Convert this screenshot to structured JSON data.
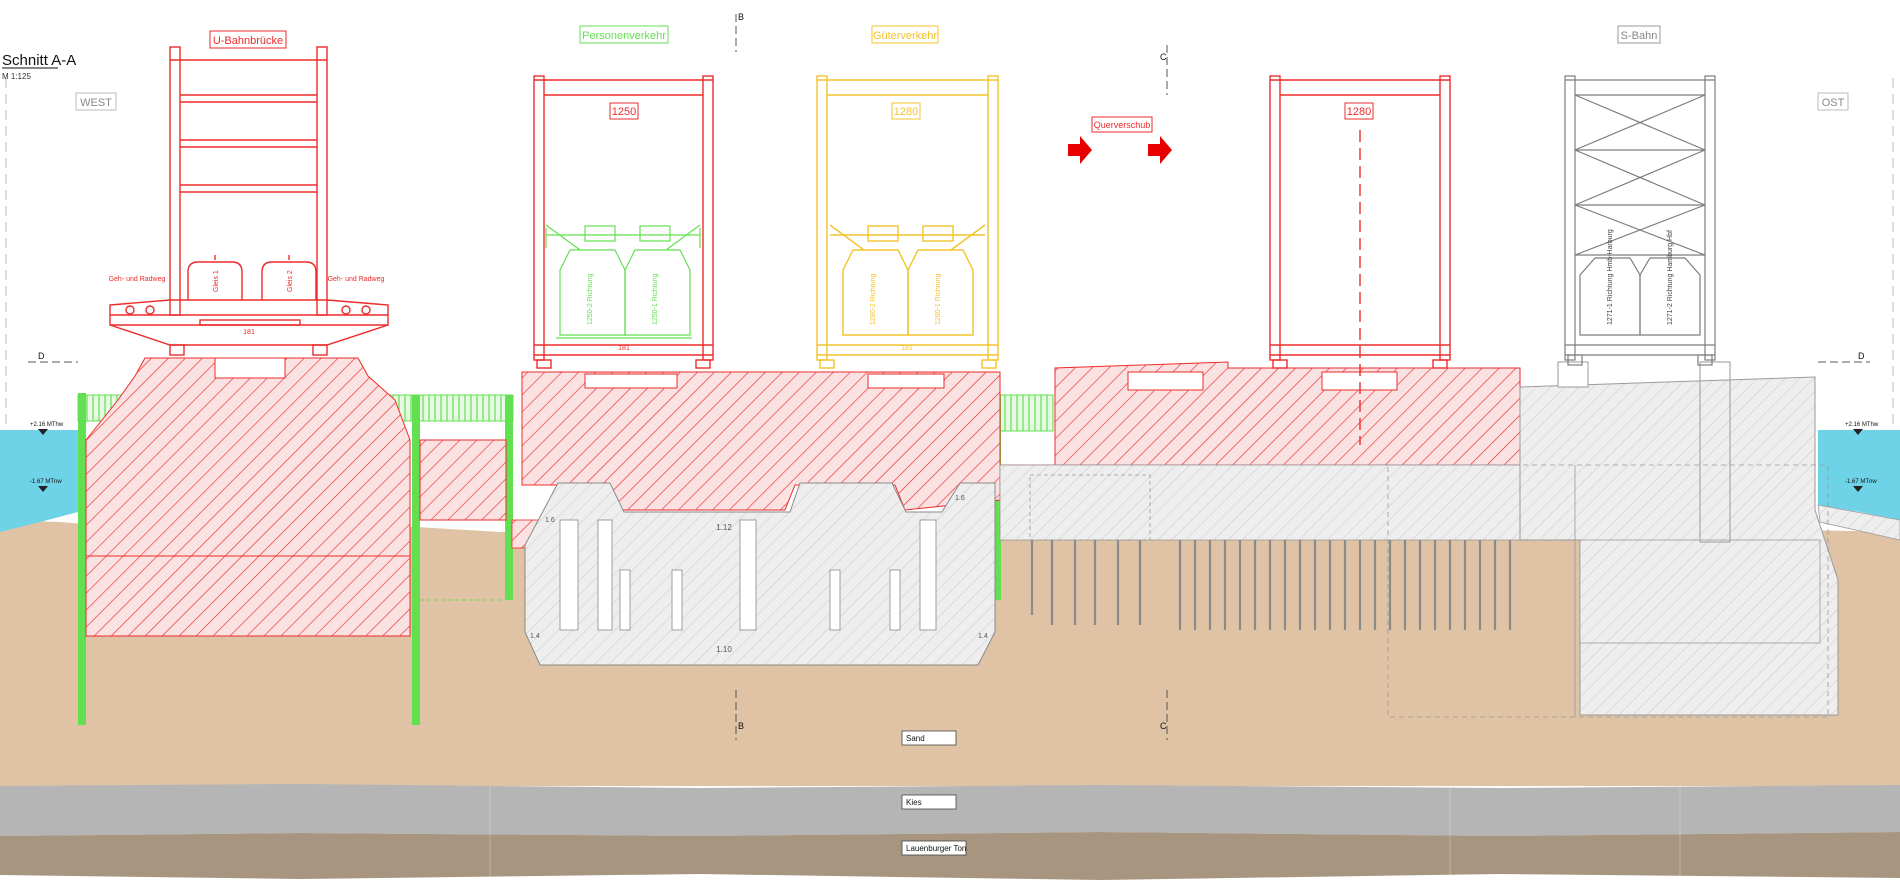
{
  "title": "Schnitt A-A",
  "scale": "M 1:125",
  "west_label": "WEST",
  "east_label": "OST",
  "structures": {
    "ubahn": {
      "label": "U-Bahnbrücke",
      "side_label_left": "Geh- und Radweg",
      "side_label_right": "Geh- und Radweg",
      "track_label_1": "Gleis 1",
      "track_label_2": "Gleis 2",
      "code": "181"
    },
    "personen": {
      "label": "Personenverkehr",
      "number": "1250",
      "track_label_1": "1250-2 Richtung",
      "track_label_2": "1250-1 Richtung",
      "code": "181"
    },
    "gueter": {
      "label": "Güterverkehr",
      "number": "1280",
      "track_label_1": "1280-2 Richtung",
      "track_label_2": "1280-1 Richtung",
      "code": "181"
    },
    "quer": {
      "label": "Querverschub",
      "number": "1280"
    },
    "sbahn": {
      "label": "S-Bahn",
      "track_label_1": "1271-1 Richtung Hmb-Harburg",
      "track_label_2": "1271-2 Richtung Hamburg Hbf"
    }
  },
  "section_marks": {
    "b_top": "B",
    "b_bottom": "B",
    "c_top": "C",
    "c_bottom": "C",
    "d_left": "D",
    "d_right": "D"
  },
  "water_levels": {
    "high": "+2.16 MThw",
    "low": "-1.67 MTnw"
  },
  "dims": {
    "d1": "1.12",
    "d2": "1.10",
    "d3": "1.4",
    "d4": "1.4",
    "d5": "1.6",
    "d6": "1.6"
  },
  "soil": {
    "sand": "Sand",
    "kies": "Kies",
    "ton": "Lauenburger Ton"
  },
  "colors": {
    "red": "#ee2b2b",
    "green": "#63e052",
    "yellow": "#f3c32b",
    "grey": "#9a9a9a",
    "water": "#6fd3e8",
    "sand": "#dfc3a4",
    "kies": "#b5b5b5",
    "ton": "#a79580",
    "concrete": "#e4e4e4",
    "arrow": "#e80000"
  }
}
